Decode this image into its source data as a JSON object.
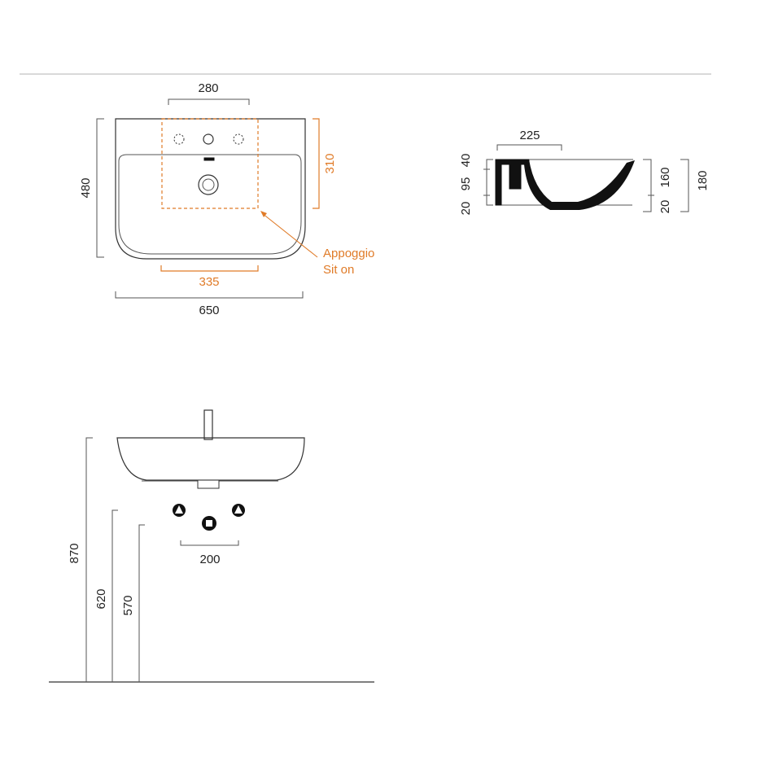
{
  "colors": {
    "ink": "#222222",
    "accent": "#e07b28",
    "divider": "#d9d9d9"
  },
  "top_view": {
    "width_tap_holes": "280",
    "height": "480",
    "sit_on_depth": "310",
    "sit_on_width": "335",
    "total_width": "650",
    "callout_line1": "Appoggio",
    "callout_line2": "Sit on"
  },
  "section_view": {
    "top_width": "225",
    "left_dims": [
      "40",
      "95",
      "20"
    ],
    "right_dim_inner": "160",
    "right_dim_inner_bottom": "20",
    "right_dim_total": "180"
  },
  "elevation_view": {
    "tap_spacing": "200",
    "height_top": "870",
    "height_mid": "620",
    "height_low": "570"
  }
}
